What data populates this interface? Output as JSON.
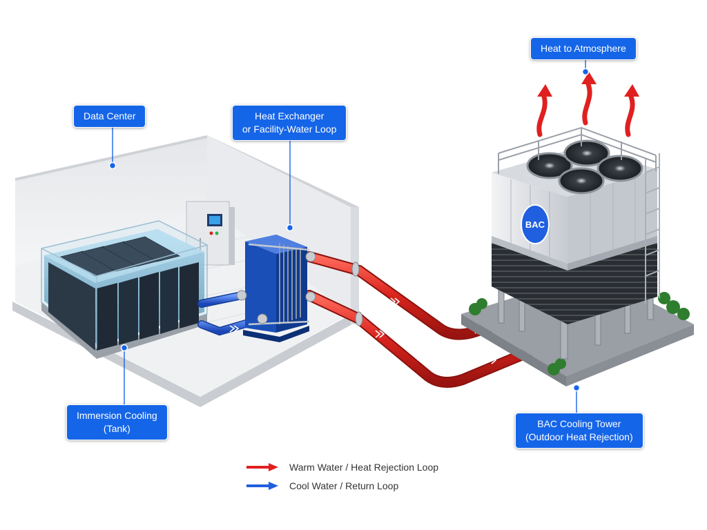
{
  "labels": {
    "data_center": "Data Center",
    "heat_exchanger_line1": "Heat Exchanger",
    "heat_exchanger_line2": "or Facility-Water Loop",
    "heat_to_atmosphere": "Heat to Atmosphere",
    "immersion_line1": "Immersion Cooling",
    "immersion_line2": "(Tank)",
    "tower_line1": "BAC Cooling Tower",
    "tower_line2": "(Outdoor Heat Rejection)",
    "tower_logo": "BAC"
  },
  "legend": [
    {
      "label": "Warm Water / Heat Rejection Loop",
      "color": "#e02020"
    },
    {
      "label": "Cool Water / Return Loop",
      "color": "#1f5fe0"
    }
  ],
  "colors": {
    "callout": "#1565e8",
    "warm_pipe": "#d9231d",
    "cool_pipe": "#1f5fe0",
    "tank_water": "#7ab8d8",
    "hx_frame": "#1b4fb8"
  }
}
